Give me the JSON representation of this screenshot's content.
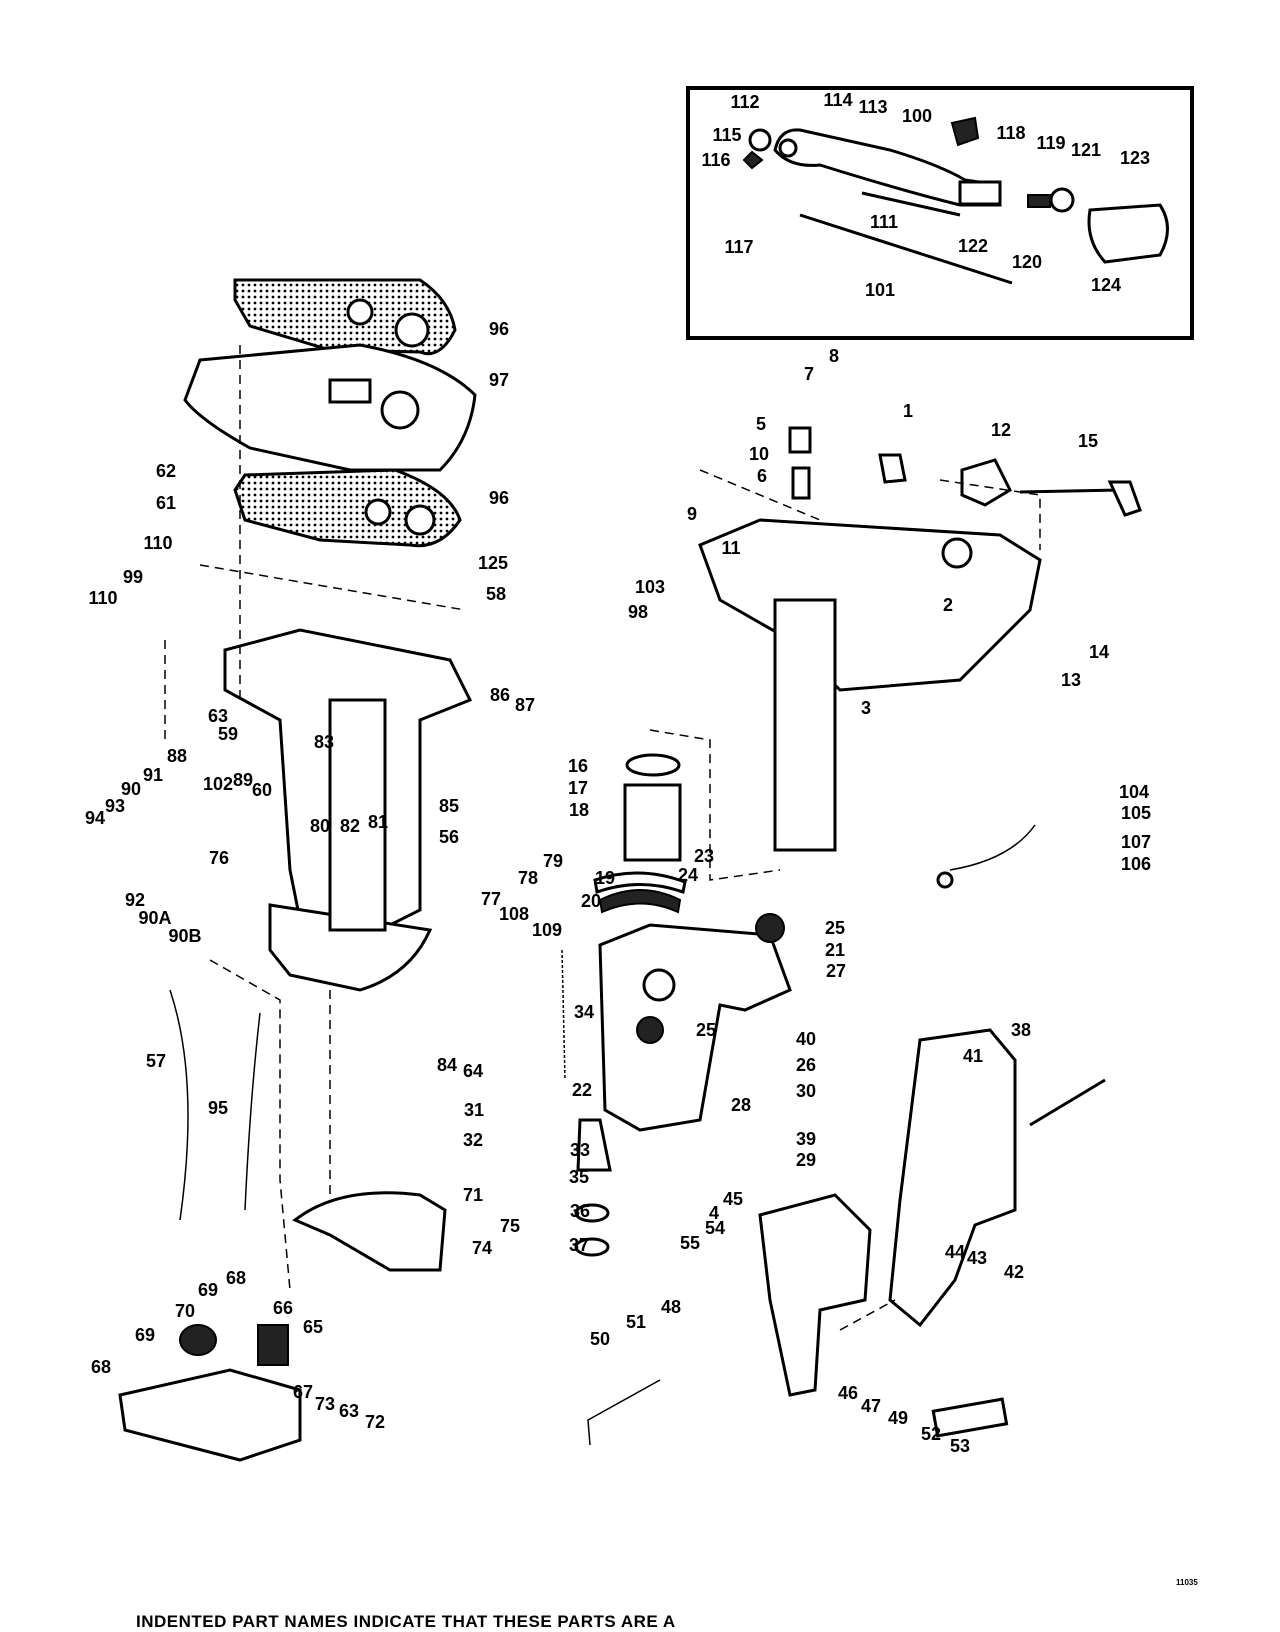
{
  "diagram": {
    "figure_code": "11035",
    "footer_note": "INDENTED PART NAMES INDICATE THAT THESE PARTS ARE A",
    "inset_labels": [
      "112",
      "114",
      "113",
      "100",
      "115",
      "116",
      "118",
      "119",
      "121",
      "123",
      "117",
      "111",
      "122",
      "120",
      "101",
      "124"
    ],
    "part_labels": [
      "96",
      "97",
      "96",
      "62",
      "61",
      "110",
      "125",
      "58",
      "110",
      "99",
      "63",
      "59",
      "86",
      "87",
      "83",
      "88",
      "91",
      "90",
      "93",
      "94",
      "89",
      "60",
      "102",
      "80",
      "82",
      "81",
      "85",
      "56",
      "76",
      "79",
      "78",
      "77",
      "92",
      "90A",
      "90B",
      "108",
      "109",
      "57",
      "95",
      "84",
      "64",
      "34",
      "16",
      "17",
      "18",
      "19",
      "20",
      "23",
      "24",
      "25",
      "21",
      "27",
      "40",
      "25",
      "26",
      "38",
      "41",
      "31",
      "22",
      "28",
      "30",
      "32",
      "33",
      "39",
      "29",
      "35",
      "36",
      "37",
      "71",
      "75",
      "74",
      "45",
      "4",
      "54",
      "55",
      "44",
      "43",
      "42",
      "70",
      "69",
      "68",
      "66",
      "65",
      "69",
      "68",
      "67",
      "73",
      "63",
      "72",
      "51",
      "48",
      "50",
      "46",
      "47",
      "49",
      "52",
      "53",
      "8",
      "7",
      "5",
      "10",
      "6",
      "1",
      "12",
      "15",
      "9",
      "11",
      "103",
      "98",
      "2",
      "14",
      "13",
      "3",
      "104",
      "105",
      "107",
      "106"
    ]
  }
}
